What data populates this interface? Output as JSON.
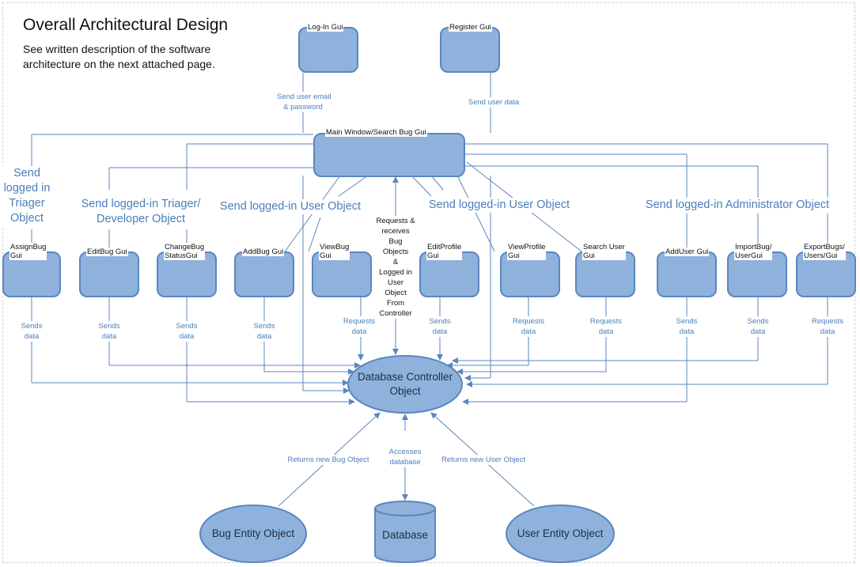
{
  "title": "Overall Architectural Design",
  "description": "See written description of the software architecture on the next attached page.",
  "top_boxes": {
    "login": "Log-In Gui",
    "register": "Register Gui",
    "main": "Main Window/Search Bug Gui"
  },
  "gui_boxes": [
    "AssignBug\nGui",
    "EditBug Gui",
    "ChangeBug\nStatusGui",
    "AddBug Gui",
    "ViewBug\nGui",
    "EditProfile\nGui",
    "ViewProfile\nGui",
    "Search User\nGui",
    "AddUser Gui",
    "ImportBug/\nUserGui",
    "ExportBugs/\nUsers/Gui"
  ],
  "labels": {
    "send_email": "Send user email\n& password",
    "send_user_data": "Send user data",
    "triager": "Send\nlogged in\nTriager\nObject",
    "triager_dev": "Send logged-in Triager/\nDeveloper Object",
    "user_left": "Send logged-in User Object",
    "user_right": "Send logged-in User Object",
    "admin": "Send logged-in Administrator Object",
    "requests_center": "Requests &\nreceives\nBug\nObjects\n&\nLogged in\nUser\nObject\nFrom\nController",
    "sends_data": "Sends\ndata",
    "requests_data": "Requests\ndata",
    "returns_bug": "Returns new Bug Object",
    "accesses_db": "Accesses\ndatabase",
    "returns_user": "Returns new User Object"
  },
  "nodes": {
    "controller": "Database Controller\nObject",
    "bug_entity": "Bug Entity Object",
    "database": "Database",
    "user_entity": "User Entity Object"
  },
  "colors": {
    "box_fill": "#8fb2dc",
    "box_border": "#5b86be",
    "line": "#5b86be",
    "label": "#4a7ebb"
  }
}
